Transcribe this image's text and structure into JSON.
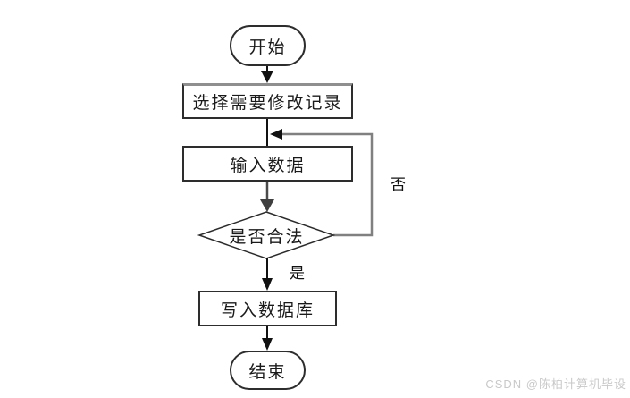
{
  "diagram": {
    "title": "record-modify-flowchart",
    "nodes": {
      "start": {
        "label": "开始",
        "shape": "terminal"
      },
      "select": {
        "label": "选择需要修改记录",
        "shape": "process"
      },
      "input": {
        "label": "输入数据",
        "shape": "process"
      },
      "valid": {
        "label": "是否合法",
        "shape": "decision"
      },
      "write": {
        "label": "写入数据库",
        "shape": "process"
      },
      "end": {
        "label": "结束",
        "shape": "terminal"
      }
    },
    "edges": {
      "no_label": "否",
      "yes_label": "是"
    },
    "colors": {
      "line": "#1c1c1c",
      "loop_line": "#808080",
      "decision_stroke": "#2b2b2b",
      "arrow_fill": "#111111",
      "text": "#1a1a1a",
      "background": "#ffffff"
    }
  },
  "watermark": {
    "text": "CSDN @陈柏计算机毕设",
    "color": "#c9c9c9"
  }
}
